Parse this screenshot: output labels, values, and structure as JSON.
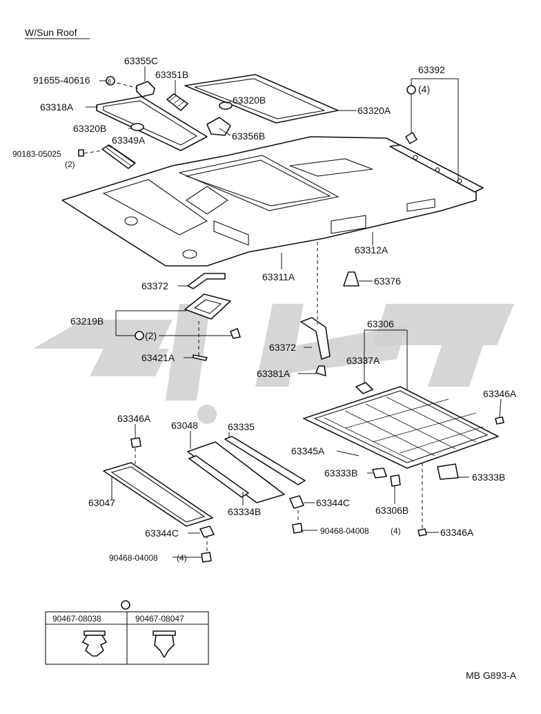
{
  "title": "W/Sun Roof",
  "footer_code": "MB G893-A",
  "labels": {
    "p91655": "91655-40616",
    "p63355C": "63355C",
    "p63351B": "63351B",
    "p63318A": "63318A",
    "p63320B_top": "63320B",
    "p63320A": "63320A",
    "p63320B_left": "63320B",
    "p63356B": "63356B",
    "p90183": "90183-05025",
    "p90183_qty": "(2)",
    "p63349A": "63349A",
    "p63392": "63392",
    "p63392_qty": "(4)",
    "p63312A": "63312A",
    "p63311A": "63311A",
    "p63372_top": "63372",
    "p63376": "63376",
    "p63219B": "63219B",
    "p63219B_qty": "(2)",
    "p63421A": "63421A",
    "p63372_mid": "63372",
    "p63381A": "63381A",
    "p63306": "63306",
    "p63337A": "63337A",
    "p63346A_right": "63346A",
    "p63346A_left": "63346A",
    "p63048": "63048",
    "p63335": "63335",
    "p63345A": "63345A",
    "p63333B_left": "63333B",
    "p63333B_right": "63333B",
    "p63047": "63047",
    "p63334B": "63334B",
    "p63344C_mid": "63344C",
    "p63306B": "63306B",
    "p90468_mid": "90468-04008",
    "p90468_mid_qty": "(4)",
    "p63346A_bottom": "63346A",
    "p63344C_left": "63344C",
    "p90468_left": "90468-04008",
    "p90468_left_qty": "(4)"
  },
  "legend": {
    "col1": "90467-08038",
    "col2": "90467-08047"
  },
  "watermark_text": "کارلوپ"
}
